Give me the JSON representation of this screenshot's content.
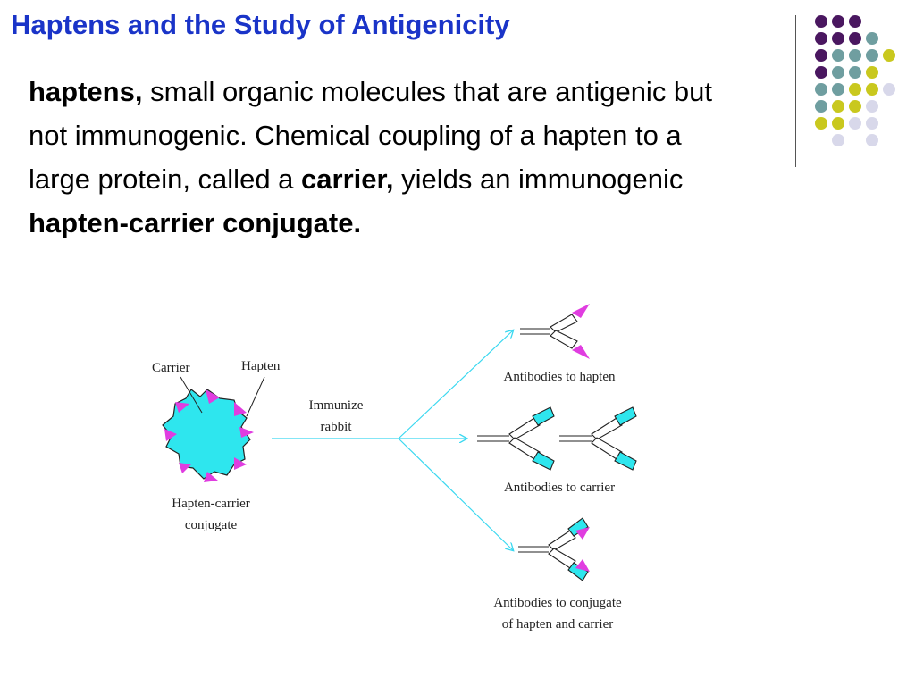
{
  "slide": {
    "title": "Haptens and the Study of Antigenicity",
    "paragraph": {
      "term_haptens": "haptens,",
      "text1": " small organic molecules that are antigenic but not immunogenic. Chemical coupling of a hapten to a large protein, called a ",
      "term_carrier": "carrier,",
      "text2": " yields an immunogenic ",
      "term_conjugate": "hapten-carrier conjugate."
    }
  },
  "figure": {
    "label_carrier": "Carrier",
    "label_hapten": "Hapten",
    "label_conjugate_line1": "Hapten-carrier",
    "label_conjugate_line2": "conjugate",
    "arrow_label_line1": "Immunize",
    "arrow_label_line2": "rabbit",
    "result_hapten": "Antibodies to hapten",
    "result_carrier": "Antibodies to carrier",
    "result_conjugate_line1": "Antibodies to conjugate",
    "result_conjugate_line2": "of hapten and carrier"
  },
  "colors": {
    "title": "#1a34c8",
    "carrier_cyan": "#2ee6ee",
    "hapten_magenta": "#e03de0",
    "arrow_cyan": "#3ad8f0",
    "dot_purple": "#4a1760",
    "dot_teal": "#6f9ea0",
    "dot_yellow": "#c9c81e",
    "dot_lavender": "#d8d8ea"
  }
}
